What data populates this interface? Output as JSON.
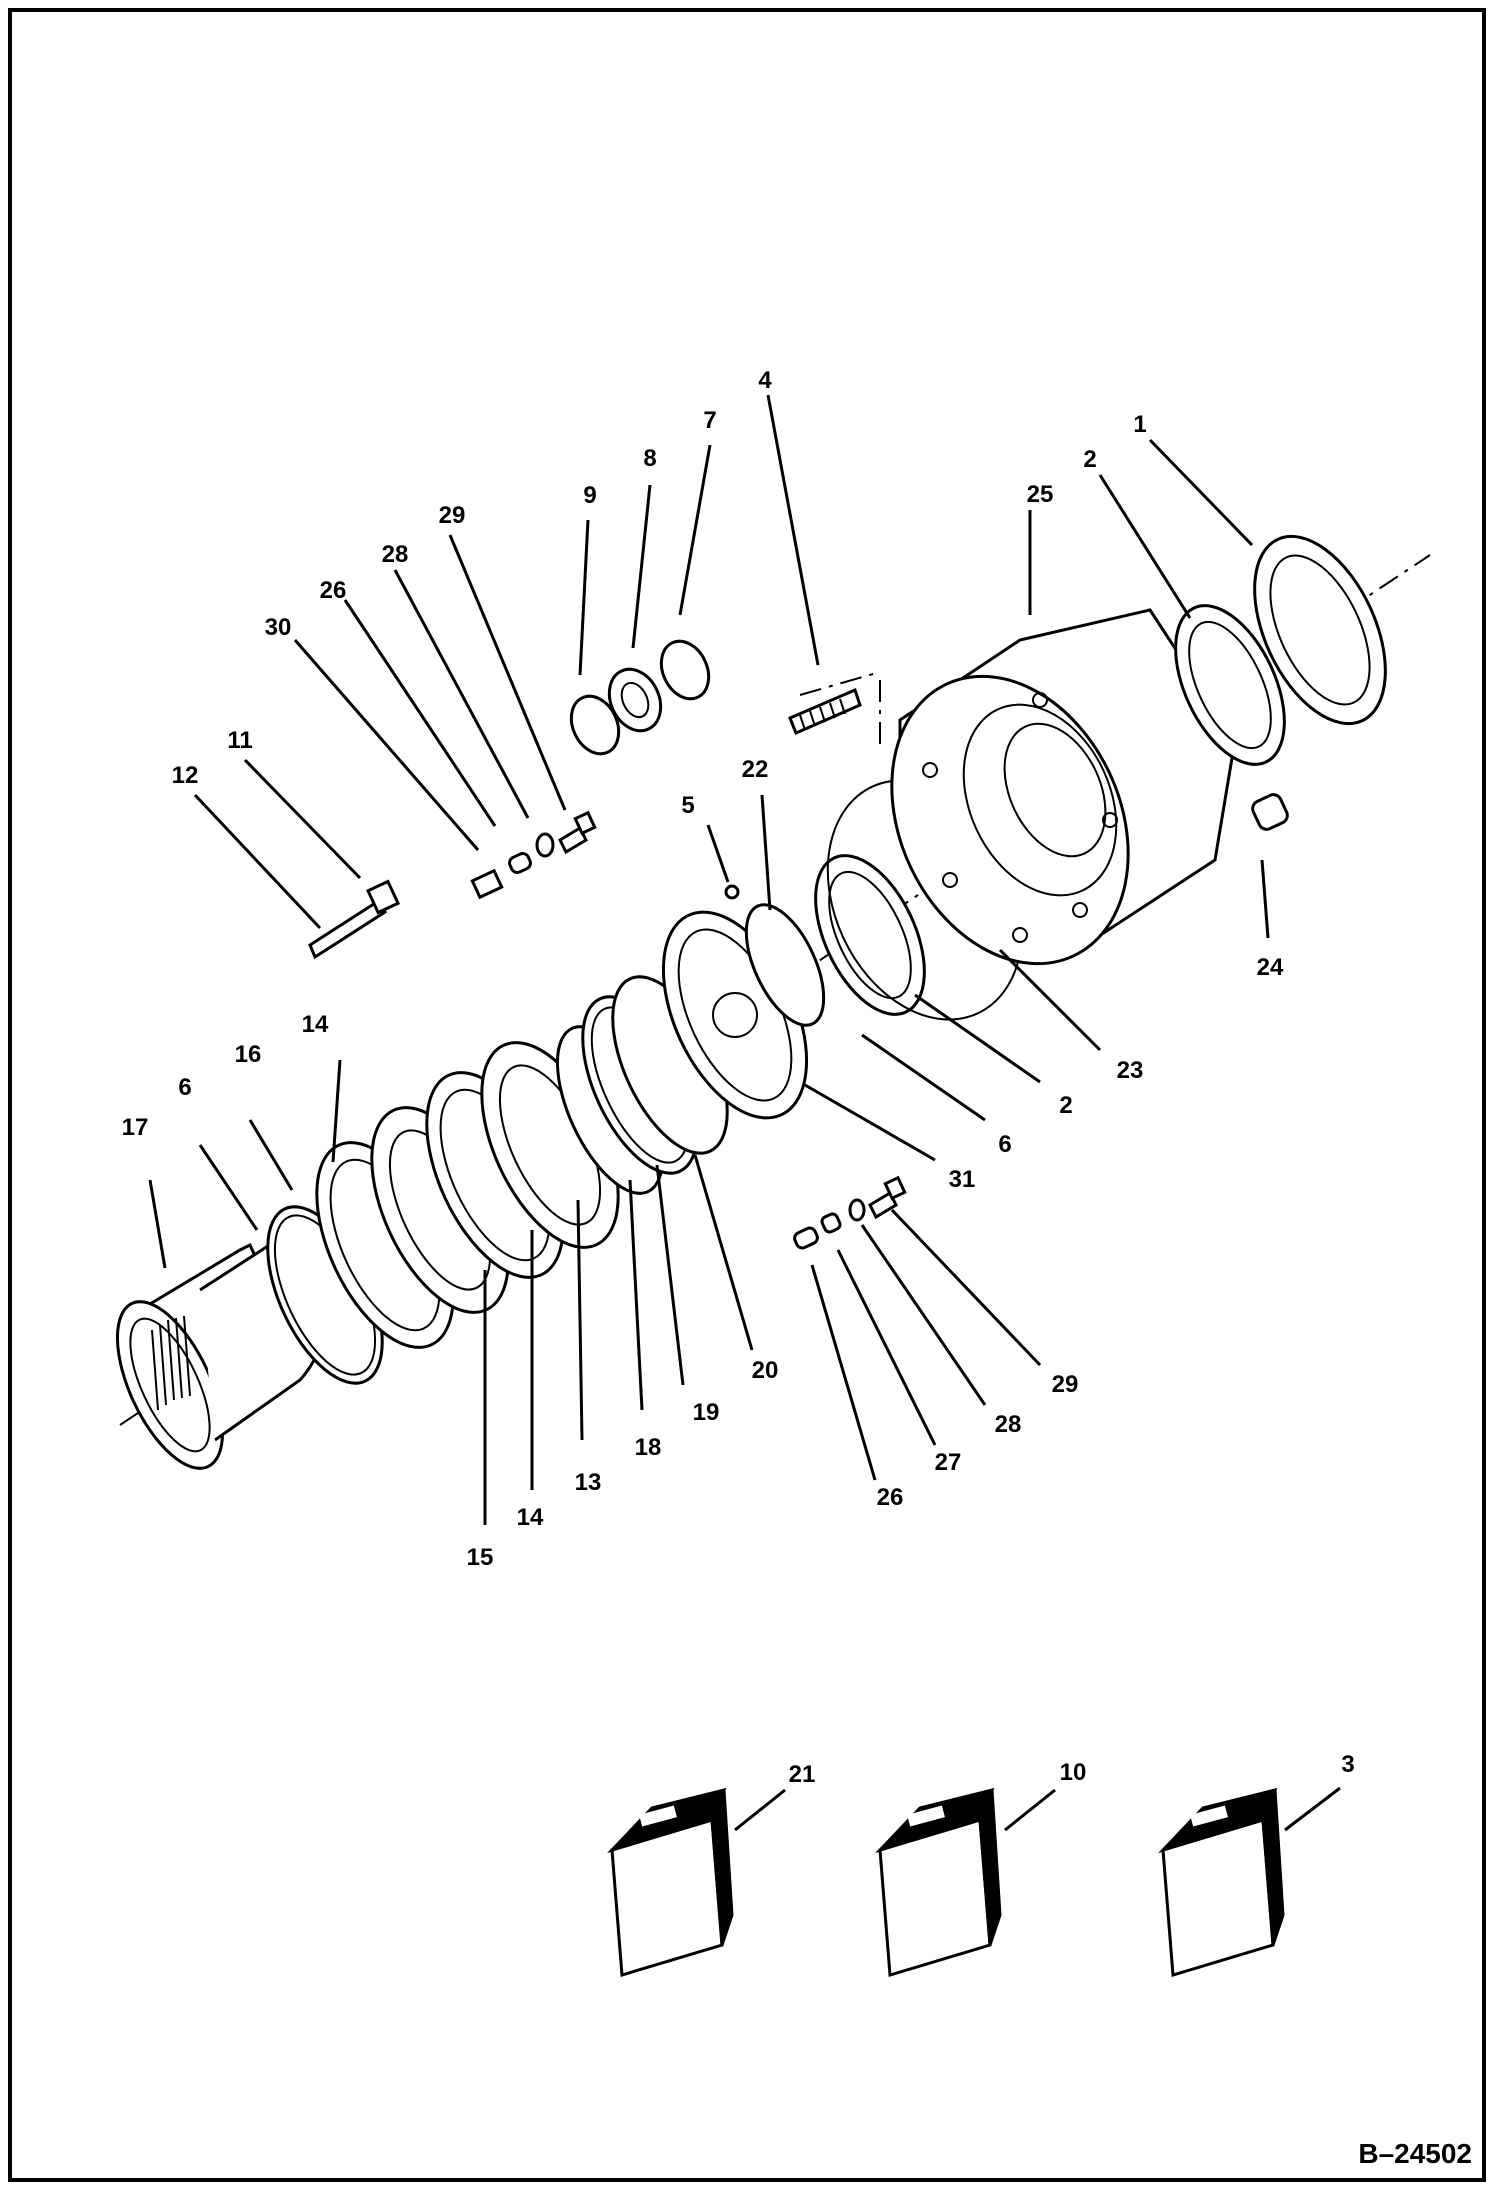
{
  "drawing_number": "B–24502",
  "callouts": [
    {
      "id": "c1",
      "text": "1"
    },
    {
      "id": "c2a",
      "text": "2"
    },
    {
      "id": "c2b",
      "text": "2"
    },
    {
      "id": "c3",
      "text": "3"
    },
    {
      "id": "c4",
      "text": "4"
    },
    {
      "id": "c5",
      "text": "5"
    },
    {
      "id": "c6a",
      "text": "6"
    },
    {
      "id": "c6b",
      "text": "6"
    },
    {
      "id": "c7",
      "text": "7"
    },
    {
      "id": "c8",
      "text": "8"
    },
    {
      "id": "c9",
      "text": "9"
    },
    {
      "id": "c10",
      "text": "10"
    },
    {
      "id": "c11",
      "text": "11"
    },
    {
      "id": "c12",
      "text": "12"
    },
    {
      "id": "c13",
      "text": "13"
    },
    {
      "id": "c14a",
      "text": "14"
    },
    {
      "id": "c14b",
      "text": "14"
    },
    {
      "id": "c15",
      "text": "15"
    },
    {
      "id": "c16",
      "text": "16"
    },
    {
      "id": "c17",
      "text": "17"
    },
    {
      "id": "c18",
      "text": "18"
    },
    {
      "id": "c19",
      "text": "19"
    },
    {
      "id": "c20",
      "text": "20"
    },
    {
      "id": "c21",
      "text": "21"
    },
    {
      "id": "c22",
      "text": "22"
    },
    {
      "id": "c23",
      "text": "23"
    },
    {
      "id": "c24",
      "text": "24"
    },
    {
      "id": "c25",
      "text": "25"
    },
    {
      "id": "c26a",
      "text": "26"
    },
    {
      "id": "c26b",
      "text": "26"
    },
    {
      "id": "c27",
      "text": "27"
    },
    {
      "id": "c28a",
      "text": "28"
    },
    {
      "id": "c28b",
      "text": "28"
    },
    {
      "id": "c29a",
      "text": "29"
    },
    {
      "id": "c29b",
      "text": "29"
    },
    {
      "id": "c30",
      "text": "30"
    },
    {
      "id": "c31",
      "text": "31"
    }
  ]
}
